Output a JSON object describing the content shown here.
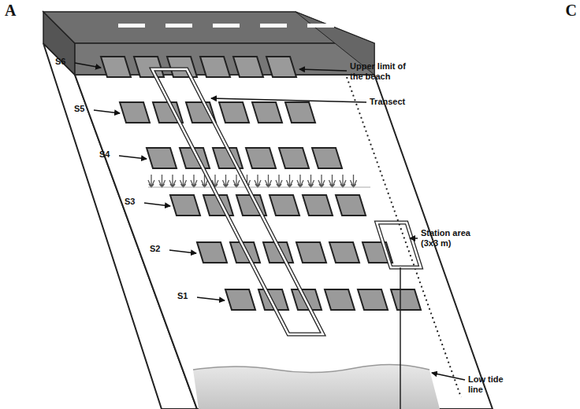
{
  "diagram": {
    "labels": [
      "A",
      "C",
      "Upper limit of the beach",
      "S6",
      "Transect",
      "S5",
      "S4",
      "S3",
      "S2",
      "Station area (3x3 m)",
      "S1",
      "Low tide line"
    ]
  }
}
